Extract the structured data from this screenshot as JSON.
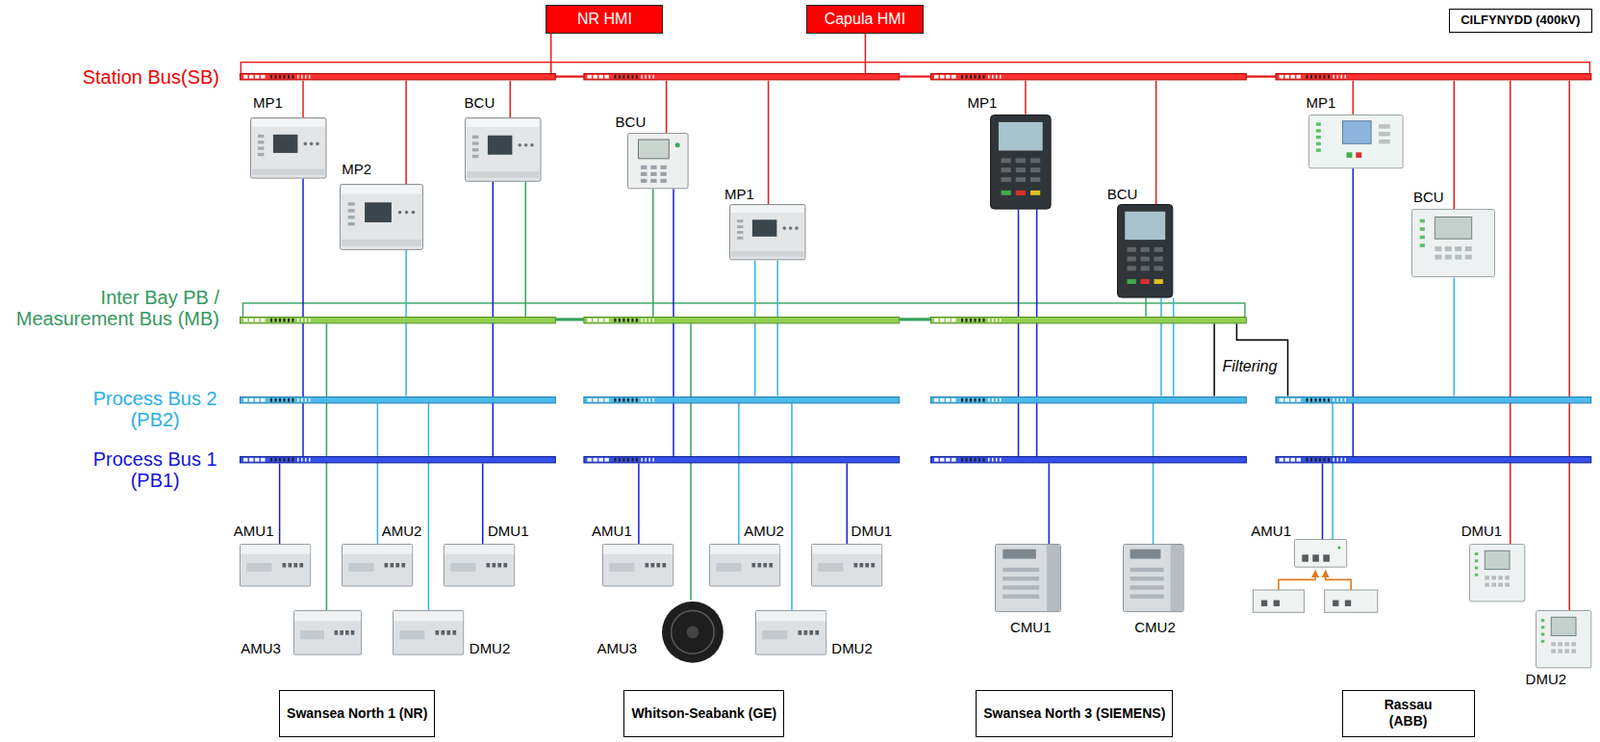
{
  "diagram": {
    "nodes": [
      {
        "text": [
          "NR HMI"
        ]
      },
      {
        "text": [
          "Capula HMI"
        ]
      },
      {
        "text": [
          "CILFYNYDD (400kV)"
        ]
      },
      {
        "text": [
          "Station Bus(SB)"
        ]
      },
      {
        "text": [
          "MP1"
        ]
      },
      {
        "text": [
          "MP2"
        ]
      },
      {
        "text": [
          "BCU"
        ]
      },
      {
        "text": [
          "BCU"
        ]
      },
      {
        "text": [
          "MP1"
        ]
      },
      {
        "text": [
          "MP1"
        ]
      },
      {
        "text": [
          "BCU"
        ]
      },
      {
        "text": [
          "MP1"
        ]
      },
      {
        "text": [
          "BCU"
        ]
      },
      {
        "text": [
          "Inter Bay PB / Measurement Bus (MB)"
        ]
      },
      {
        "text": [
          "Process Bus 2 (PB2)"
        ]
      },
      {
        "text": [
          "Process Bus 1 (PB1)"
        ]
      },
      {
        "text": [
          "AMU1"
        ]
      },
      {
        "text": [
          "AMU2"
        ]
      },
      {
        "text": [
          "DMU1"
        ]
      },
      {
        "text": [
          "AMU3"
        ]
      },
      {
        "text": [
          "DMU2"
        ]
      },
      {
        "text": [
          "AMU1"
        ]
      },
      {
        "text": [
          "AMU2"
        ]
      },
      {
        "text": [
          "DMU1"
        ]
      },
      {
        "text": [
          "AMU3"
        ]
      },
      {
        "text": [
          "DMU2"
        ]
      },
      {
        "text": [
          "CMU1"
        ]
      },
      {
        "text": [
          "CMU2"
        ]
      },
      {
        "text": [
          "AMU1"
        ]
      },
      {
        "text": [
          "DMU1"
        ]
      },
      {
        "text": [
          "DMU2"
        ]
      },
      {
        "text": [
          "Swansea North 1 (NR)"
        ]
      },
      {
        "text": [
          "Whitson-Seabank (GE)"
        ]
      },
      {
        "text": [
          "Swansea North 3 (SIEMENS)"
        ]
      },
      {
        "text": [
          "Rassau (ABB)"
        ]
      }
    ],
    "edges": [
      {
        "from": 0,
        "to": 3,
        "arrow": "none"
      },
      {
        "from": 1,
        "to": 3,
        "arrow": "none"
      },
      {
        "from": 4,
        "to": 3,
        "arrow": "none"
      },
      {
        "from": 4,
        "to": 15,
        "arrow": "none"
      },
      {
        "from": 5,
        "to": 3,
        "arrow": "none"
      },
      {
        "from": 5,
        "to": 14,
        "arrow": "none"
      },
      {
        "from": 6,
        "to": 3,
        "arrow": "none"
      },
      {
        "from": 6,
        "to": 15,
        "arrow": "none"
      },
      {
        "from": 6,
        "to": 13,
        "arrow": "none"
      },
      {
        "from": 7,
        "to": 3,
        "arrow": "none"
      },
      {
        "from": 7,
        "to": 13,
        "arrow": "none"
      },
      {
        "from": 7,
        "to": 15,
        "arrow": "none"
      },
      {
        "from": 8,
        "to": 3,
        "arrow": "none"
      },
      {
        "from": 8,
        "to": 14,
        "arrow": "none"
      },
      {
        "from": 8,
        "to": 14,
        "arrow": "none"
      },
      {
        "from": 9,
        "to": 3,
        "arrow": "none"
      },
      {
        "from": 9,
        "to": 15,
        "arrow": "none"
      },
      {
        "from": 9,
        "to": 15,
        "arrow": "none"
      },
      {
        "from": 10,
        "to": 3,
        "arrow": "none"
      },
      {
        "from": 10,
        "to": 13,
        "arrow": "none"
      },
      {
        "from": 10,
        "to": 14,
        "arrow": "none"
      },
      {
        "from": 10,
        "to": 14,
        "arrow": "none"
      },
      {
        "from": 11,
        "to": 3,
        "arrow": "none"
      },
      {
        "from": 11,
        "to": 15,
        "arrow": "none"
      },
      {
        "from": 12,
        "to": 3,
        "arrow": "none"
      },
      {
        "from": 12,
        "to": 14,
        "arrow": "none"
      },
      {
        "from": 16,
        "to": 15,
        "arrow": "none"
      },
      {
        "from": 17,
        "to": 14,
        "arrow": "none"
      },
      {
        "from": 18,
        "to": 15,
        "arrow": "none"
      },
      {
        "from": 19,
        "to": 13,
        "arrow": "none"
      },
      {
        "from": 20,
        "to": 14,
        "arrow": "none"
      },
      {
        "from": 21,
        "to": 15,
        "arrow": "none"
      },
      {
        "from": 22,
        "to": 14,
        "arrow": "none"
      },
      {
        "from": 23,
        "to": 15,
        "arrow": "none"
      },
      {
        "from": 24,
        "to": 13,
        "arrow": "none"
      },
      {
        "from": 25,
        "to": 14,
        "arrow": "none"
      },
      {
        "from": 26,
        "to": 15,
        "arrow": "none"
      },
      {
        "from": 27,
        "to": 14,
        "arrow": "none"
      },
      {
        "from": 28,
        "to": 15,
        "arrow": "none"
      },
      {
        "from": 28,
        "to": 14,
        "arrow": "none"
      },
      {
        "from": 29,
        "to": 3,
        "arrow": "none"
      },
      {
        "from": 30,
        "to": 3,
        "arrow": "none"
      },
      {
        "from": 13,
        "to": 14,
        "arrow": "none"
      },
      {
        "from": 13,
        "to": 14,
        "label": "Filtering",
        "arrow": "none"
      }
    ]
  }
}
